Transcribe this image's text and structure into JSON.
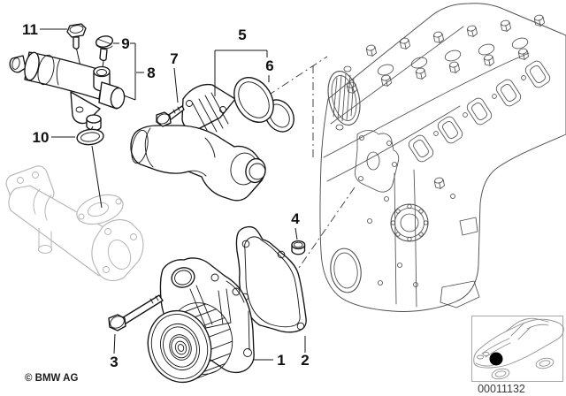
{
  "diagram": {
    "callouts": {
      "c1": "1",
      "c2": "2",
      "c3": "3",
      "c4": "4",
      "c5": "5",
      "c6": "6",
      "c7": "7",
      "c8": "8",
      "c9": "9",
      "c10": "10",
      "c11": "11"
    },
    "footer": {
      "copyright": "© BMW AG"
    },
    "image_number": "00011132",
    "colors": {
      "line": "#141414",
      "engine_line": "#4f4f4f",
      "muted_part_line": "#b4b4b4",
      "location_marker": "#000000"
    }
  }
}
